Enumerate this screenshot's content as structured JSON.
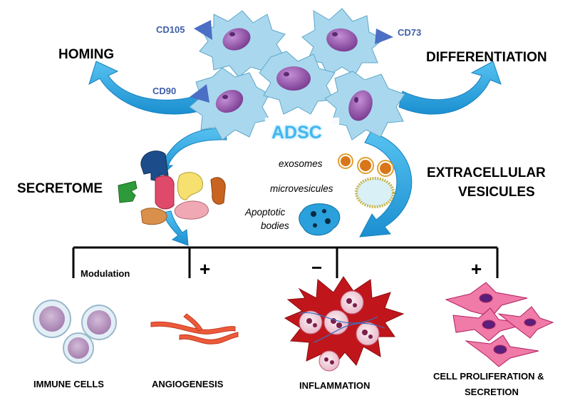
{
  "center": {
    "title": "ADSC"
  },
  "markers": {
    "cd105": "CD105",
    "cd73": "CD73",
    "cd90": "CD90"
  },
  "mechanisms": {
    "homing": "HOMING",
    "differentiation": "DIFFERENTIATION",
    "secretome": "SECRETOME",
    "ev_line1": "EXTRACELLULAR",
    "ev_line2": "VESICULES"
  },
  "vesicles": {
    "exosomes": "exosomes",
    "microvesicules": "microvesicules",
    "apoptotic_line1": "Apoptotic",
    "apoptotic_line2": "bodies"
  },
  "effects": {
    "modulation": "Modulation",
    "angiogenesis_sign": "+",
    "inflammation_sign": "−",
    "proliferation_sign": "+"
  },
  "outcomes": {
    "immune": "IMMUNE CELLS",
    "angiogenesis": "ANGIOGENESIS",
    "inflammation": "INFLAMMATION",
    "proliferation_line1": "CELL PROLIFERATION &",
    "proliferation_line2": "SECRETION"
  },
  "colors": {
    "stem_cell": "#a9d8ee",
    "nucleus": "#9b5fb0",
    "arrow": "#2aa4e0",
    "marker": "#3f5ea8",
    "title": "#41b7f0",
    "inflammation": "#c0161b"
  }
}
